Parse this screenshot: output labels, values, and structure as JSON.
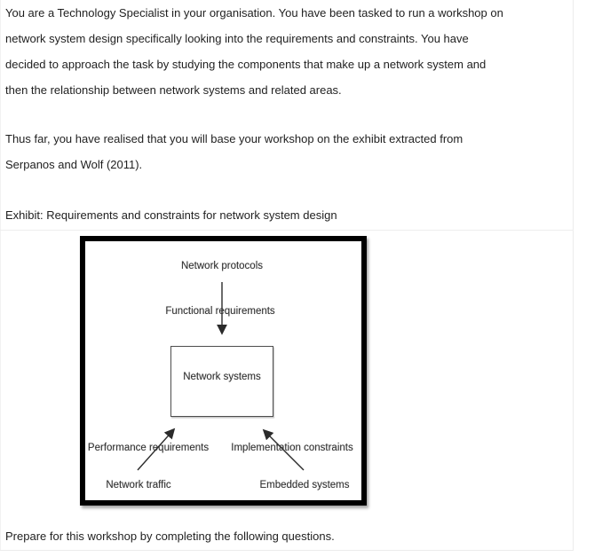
{
  "doc": {
    "paragraph1_lines": [
      "You are a Technology Specialist in your organisation. You have been tasked to run a workshop on",
      "network system design specifically looking into the requirements and constraints. You have",
      "decided to approach the task by studying the components that make up a network system and",
      "then the relationship between network systems and related areas."
    ],
    "paragraph2_lines": [
      "Thus far, you have realised that you will base your workshop on the exhibit extracted from",
      "Serpanos and Wolf (2011)."
    ],
    "exhibit_caption": "Exhibit: Requirements and constraints for network system design",
    "closing": "Prepare for this workshop by completing the following questions."
  },
  "diagram": {
    "top_label": "Network protocols",
    "flow_label": "Functional requirements",
    "center_box_label": "Network systems",
    "left_relation_label": "Performance requirements",
    "right_relation_label": "Implementation constraints",
    "bottom_left_label": "Network traffic",
    "bottom_right_label": "Embedded systems"
  },
  "colors": {
    "frame": "#000000",
    "inner_box_border": "#4d4d4d",
    "body_text": "#1f1f1f",
    "diagram_text": "#333333",
    "cell_border": "#ececec"
  }
}
